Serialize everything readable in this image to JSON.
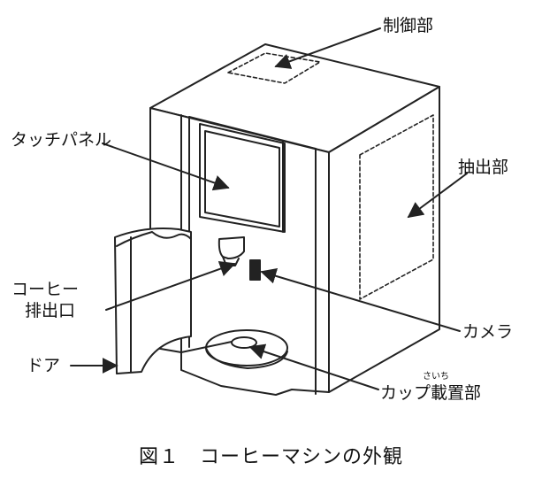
{
  "colors": {
    "line": "#222222",
    "background": "#ffffff"
  },
  "labels": {
    "control": "制御部",
    "touch_panel": "タッチパネル",
    "extraction": "抽出部",
    "coffee_outlet_1": "コーヒー",
    "coffee_outlet_2": "排出口",
    "camera": "カメラ",
    "door": "ドア",
    "cup_stand": "カップ載置部",
    "cup_stand_ruby": "さいち"
  },
  "caption": "図１　コーヒーマシンの外観"
}
